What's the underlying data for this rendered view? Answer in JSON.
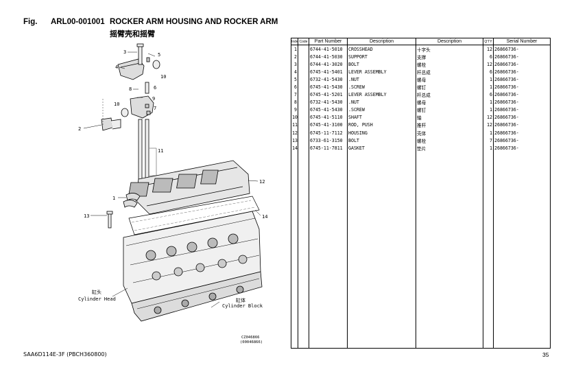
{
  "header": {
    "fig_label": "Fig.",
    "fig_code": "ARL00-001001",
    "title": "ROCKER ARM HOUSING AND ROCKER ARM",
    "subtitle": "摇臂壳和摇臂"
  },
  "illustration": {
    "callouts": [
      "1",
      "2",
      "3",
      "4",
      "5",
      "6",
      "7",
      "8",
      "9",
      "10",
      "11",
      "12",
      "13",
      "14"
    ],
    "cylinder_head_cn": "缸头",
    "cylinder_head_en": "Cylinder Head",
    "cylinder_block_cn": "缸体",
    "cylinder_block_en": "Cylinder Block",
    "drawing_id_1": "CZ046866",
    "drawing_id_2": "(00046866)"
  },
  "table": {
    "headers": [
      "Index",
      "Code",
      "Part Number",
      "Description",
      "Description",
      "Q'TY",
      "Serial Number"
    ],
    "rows": [
      {
        "index": "1",
        "code": "",
        "part": "6744-41-5010",
        "desc": "CROSSHEAD",
        "desc_cn": "十字头",
        "qty": "12",
        "serial": "26866736-"
      },
      {
        "index": "2",
        "code": "",
        "part": "6744-41-5030",
        "desc": "SUPPORT",
        "desc_cn": "支撑",
        "qty": "6",
        "serial": "26866736-"
      },
      {
        "index": "3",
        "code": "",
        "part": "6744-41-3020",
        "desc": "BOLT",
        "desc_cn": "螺栓",
        "qty": "12",
        "serial": "26866736-"
      },
      {
        "index": "4",
        "code": "",
        "part": "6745-41-5401",
        "desc": "LEVER ASSEMBLY",
        "desc_cn": "杆总成",
        "qty": "6",
        "serial": "26866736-"
      },
      {
        "index": "5",
        "code": "",
        "part": "6732-41-5430",
        "desc": ".NUT",
        "desc_cn": "螺母",
        "qty": "1",
        "serial": "26866736-"
      },
      {
        "index": "6",
        "code": "",
        "part": "6745-41-5430",
        "desc": ".SCREW",
        "desc_cn": "螺钉",
        "qty": "1",
        "serial": "26866736-"
      },
      {
        "index": "7",
        "code": "",
        "part": "6745-41-5201",
        "desc": "LEVER ASSEMBLY",
        "desc_cn": "杆总成",
        "qty": "6",
        "serial": "26866736-"
      },
      {
        "index": "8",
        "code": "",
        "part": "6732-41-5430",
        "desc": ".NUT",
        "desc_cn": "螺母",
        "qty": "1",
        "serial": "26866736-"
      },
      {
        "index": "9",
        "code": "",
        "part": "6745-41-5430",
        "desc": ".SCREW",
        "desc_cn": "螺钉",
        "qty": "1",
        "serial": "26866736-"
      },
      {
        "index": "10",
        "code": "",
        "part": "6745-41-5110",
        "desc": "SHAFT",
        "desc_cn": "轴",
        "qty": "12",
        "serial": "26866736-"
      },
      {
        "index": "11",
        "code": "",
        "part": "6745-41-3100",
        "desc": "ROD, PUSH",
        "desc_cn": "推杆",
        "qty": "12",
        "serial": "26866736-"
      },
      {
        "index": "12",
        "code": "",
        "part": "6745-11-7112",
        "desc": "HOUSING",
        "desc_cn": "壳体",
        "qty": "1",
        "serial": "26866736-"
      },
      {
        "index": "13",
        "code": "",
        "part": "6733-61-3150",
        "desc": "BOLT",
        "desc_cn": "螺栓",
        "qty": "7",
        "serial": "26866736-"
      },
      {
        "index": "14",
        "code": "",
        "part": "6745-11-7811",
        "desc": "GASKET",
        "desc_cn": "垫片",
        "qty": "1",
        "serial": "26866736-"
      }
    ]
  },
  "footer": {
    "model": "SAA6D114E-3F  (PBCH360800)",
    "page": "35"
  }
}
